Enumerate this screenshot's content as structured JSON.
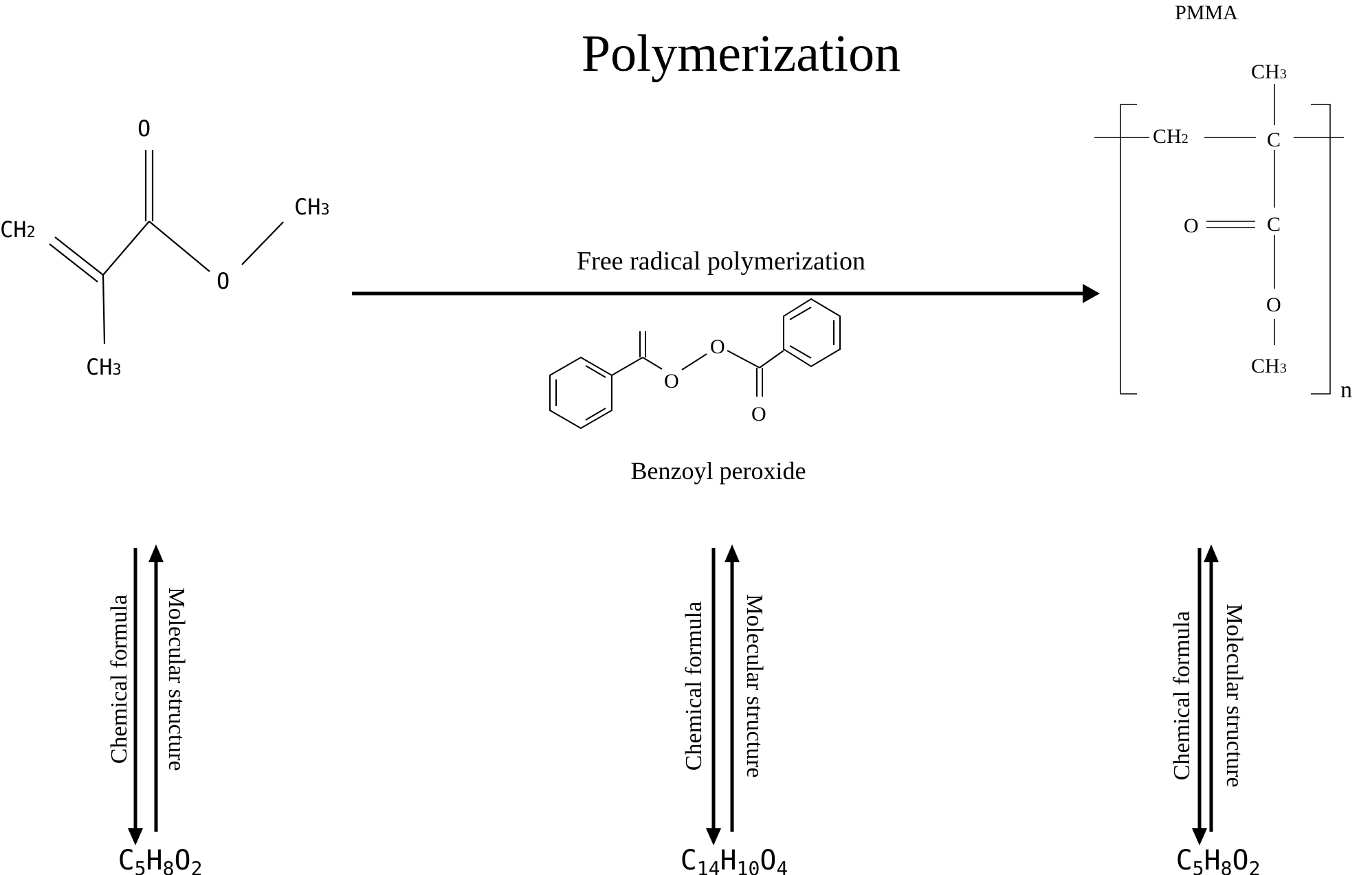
{
  "title": "Polymerization",
  "reaction": {
    "arrow_label": "Free radical polymerization"
  },
  "monomer": {
    "atoms": {
      "o_carbonyl": "O",
      "ch2": "CH",
      "ch2_sub": "2",
      "ch3_ester": "CH",
      "ch3_ester_sub": "3",
      "o_ester": "O",
      "ch3_alpha": "CH",
      "ch3_alpha_sub": "3"
    },
    "conversion": {
      "down_label": "Chemical formula",
      "up_label": "Molecular structure",
      "formula": {
        "e1": "C",
        "n1": "5",
        "e2": "H",
        "n2": "8",
        "e3": "O",
        "n3": "2"
      }
    }
  },
  "initiator": {
    "name": "Benzoyl peroxide",
    "atoms": {
      "o_left": "O",
      "o_right": "O",
      "o_carbonyl": "O"
    },
    "conversion": {
      "down_label": "Chemical formula",
      "up_label": "Molecular structure",
      "formula": {
        "e1": "C",
        "n1": "14",
        "e2": "H",
        "n2": "10",
        "e3": "O",
        "n3": "4"
      }
    }
  },
  "polymer": {
    "name": "PMMA",
    "atoms": {
      "ch3_top": "CH",
      "ch3_top_sub": "3",
      "ch2": "CH",
      "ch2_sub": "2",
      "c_backbone": "C",
      "c_carbonyl": "C",
      "o_carbonyl": "O",
      "o_ester": "O",
      "ch3_bottom": "CH",
      "ch3_bottom_sub": "3",
      "repeat": "n"
    },
    "conversion": {
      "down_label": "Chemical formula",
      "up_label": "Molecular structure",
      "formula": {
        "e1": "C",
        "n1": "5",
        "e2": "H",
        "n2": "8",
        "e3": "O",
        "n3": "2"
      }
    }
  }
}
